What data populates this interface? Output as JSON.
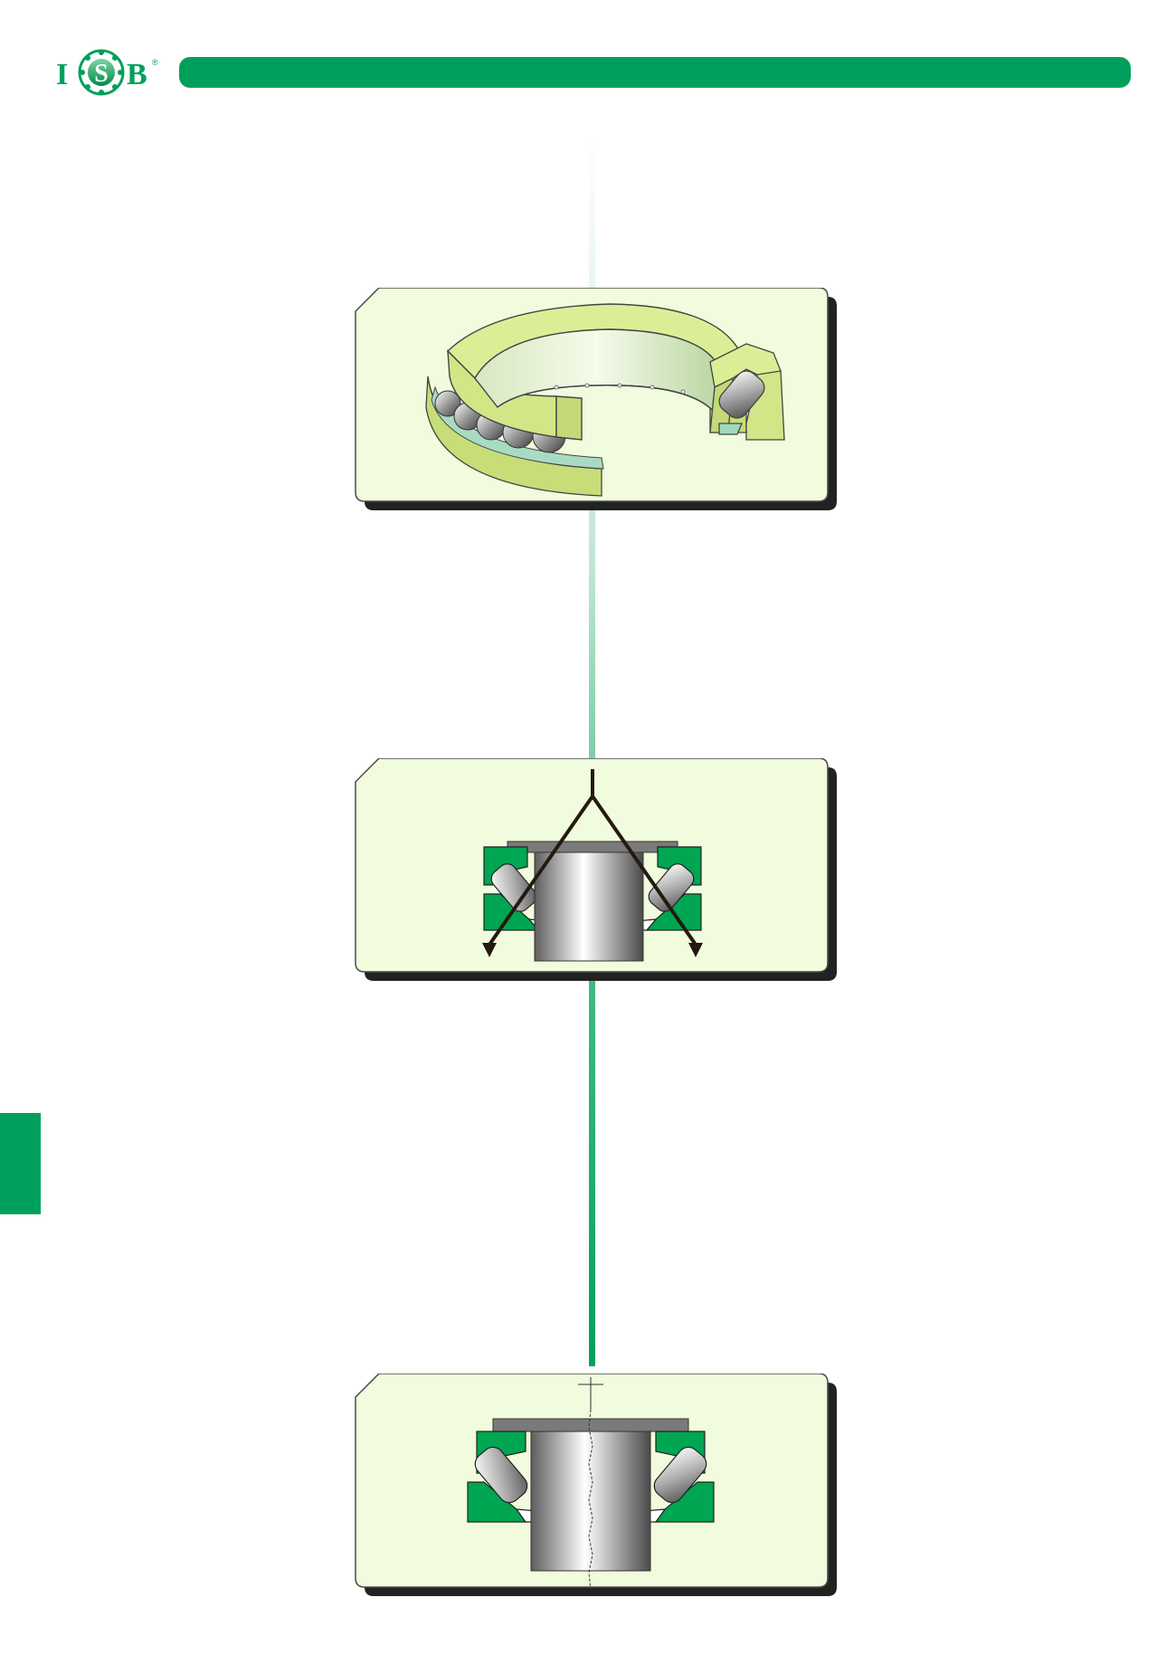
{
  "header": {
    "logo": {
      "brand_letters": [
        "I",
        "S",
        "B"
      ],
      "registered_mark": "®"
    }
  },
  "colors": {
    "brand_green": "#00a05c",
    "panel_fill": "#f1fbdd",
    "ring_yellow_green": "#d9ec8a",
    "housing_green": "#00a651",
    "load_line": "#241a10"
  },
  "figures": [
    {
      "id": "thrust-bearing-cutaway"
    },
    {
      "id": "bearing-load-lines"
    },
    {
      "id": "bearing-section-axis"
    }
  ]
}
